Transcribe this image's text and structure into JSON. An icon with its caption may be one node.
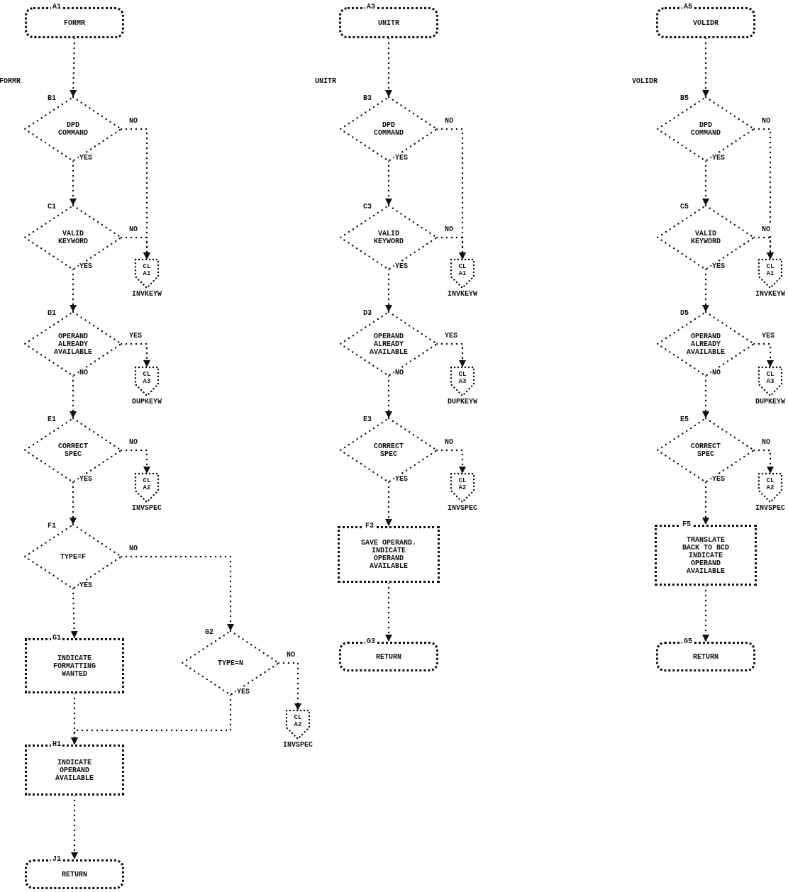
{
  "diagram": {
    "nodes": [
      {
        "text": [
          "A1",
          "FORMR"
        ]
      },
      {
        "text": [
          "B1",
          "DPD COMMAND"
        ],
        "beside": [
          "FORMR"
        ]
      },
      {
        "text": [
          "C1",
          "VALID KEYWORD"
        ]
      },
      {
        "text": [
          "CL",
          "A1"
        ],
        "beside": [
          "INVKEYW"
        ]
      },
      {
        "text": [
          "D1",
          "OPERAND ALREADY AVAILABLE"
        ]
      },
      {
        "text": [
          "CL",
          "A3"
        ],
        "beside": [
          "DUPKEYW"
        ]
      },
      {
        "text": [
          "E1",
          "CORRECT SPEC"
        ]
      },
      {
        "text": [
          "CL",
          "A2"
        ],
        "beside": [
          "INVSPEC"
        ]
      },
      {
        "text": [
          "F1",
          "TYPE=F"
        ]
      },
      {
        "text": [
          "G1",
          "INDICATE FORMATTING WANTED"
        ]
      },
      {
        "text": [
          "G2",
          "TYPE=N"
        ]
      },
      {
        "text": [
          "CL",
          "A2"
        ],
        "beside": [
          "INVSPEC"
        ]
      },
      {
        "text": [
          "H1",
          "INDICATE OPERAND AVAILABLE"
        ]
      },
      {
        "text": [
          "J1",
          "RETURN"
        ]
      },
      {
        "text": [
          "A3",
          "UNITR"
        ]
      },
      {
        "text": [
          "B3",
          "DPD COMMAND"
        ],
        "beside": [
          "UNITR"
        ]
      },
      {
        "text": [
          "C3",
          "VALID KEYWORD"
        ]
      },
      {
        "text": [
          "CL",
          "A1"
        ],
        "beside": [
          "INVKEYW"
        ]
      },
      {
        "text": [
          "D3",
          "OPERAND ALREADY AVAILABLE"
        ]
      },
      {
        "text": [
          "CL",
          "A3"
        ],
        "beside": [
          "DUPKEYW"
        ]
      },
      {
        "text": [
          "E3",
          "CORRECT SPEC"
        ]
      },
      {
        "text": [
          "CL",
          "A2"
        ],
        "beside": [
          "INVSPEC"
        ]
      },
      {
        "text": [
          "F3",
          "SAVE OPERAND. INDICATE OPERAND AVAILABLE"
        ]
      },
      {
        "text": [
          "G3",
          "RETURN"
        ]
      },
      {
        "text": [
          "A5",
          "VOLIDR"
        ]
      },
      {
        "text": [
          "B5",
          "DPD COMMAND"
        ],
        "beside": [
          "VOLIDR"
        ]
      },
      {
        "text": [
          "C5",
          "VALID KEYWORD"
        ]
      },
      {
        "text": [
          "CL",
          "A1"
        ],
        "beside": [
          "INVKEYW"
        ]
      },
      {
        "text": [
          "D5",
          "OPERAND ALREADY AVAILABLE"
        ]
      },
      {
        "text": [
          "CL",
          "A3"
        ],
        "beside": [
          "DUPKEYW"
        ]
      },
      {
        "text": [
          "E5",
          "CORRECT SPEC"
        ]
      },
      {
        "text": [
          "CL",
          "A2"
        ],
        "beside": [
          "INVSPEC"
        ]
      },
      {
        "text": [
          "F5",
          "TRANSLATE BACK TO BCD INDICATE OPERAND AVAILABLE"
        ]
      },
      {
        "text": [
          "G5",
          "RETURN"
        ]
      }
    ],
    "edges": [
      {
        "from": 0,
        "to": 1,
        "arrow": "to"
      },
      {
        "from": 1,
        "to": 2,
        "arrow": "to",
        "label": "YES"
      },
      {
        "from": 1,
        "to": 3,
        "arrow": "to",
        "label": "NO"
      },
      {
        "from": 2,
        "to": 3,
        "arrow": "to",
        "label": "NO"
      },
      {
        "from": 2,
        "to": 4,
        "arrow": "to",
        "label": "YES"
      },
      {
        "from": 4,
        "to": 5,
        "arrow": "to",
        "label": "YES"
      },
      {
        "from": 4,
        "to": 6,
        "arrow": "to",
        "label": "NO"
      },
      {
        "from": 6,
        "to": 7,
        "arrow": "to",
        "label": "NO"
      },
      {
        "from": 6,
        "to": 8,
        "arrow": "to",
        "label": "YES"
      },
      {
        "from": 8,
        "to": 9,
        "arrow": "to",
        "label": "YES"
      },
      {
        "from": 8,
        "to": 10,
        "arrow": "to",
        "label": "NO"
      },
      {
        "from": 10,
        "to": 11,
        "arrow": "to",
        "label": "NO"
      },
      {
        "from": 10,
        "to": 12,
        "arrow": "to",
        "label": "YES"
      },
      {
        "from": 9,
        "to": 12,
        "arrow": "to"
      },
      {
        "from": 12,
        "to": 13,
        "arrow": "to"
      },
      {
        "from": 14,
        "to": 15,
        "arrow": "to"
      },
      {
        "from": 15,
        "to": 16,
        "arrow": "to",
        "label": "YES"
      },
      {
        "from": 15,
        "to": 17,
        "arrow": "to",
        "label": "NO"
      },
      {
        "from": 16,
        "to": 17,
        "arrow": "to",
        "label": "NO"
      },
      {
        "from": 16,
        "to": 18,
        "arrow": "to",
        "label": "YES"
      },
      {
        "from": 18,
        "to": 19,
        "arrow": "to",
        "label": "YES"
      },
      {
        "from": 18,
        "to": 20,
        "arrow": "to",
        "label": "NO"
      },
      {
        "from": 20,
        "to": 21,
        "arrow": "to",
        "label": "NO"
      },
      {
        "from": 20,
        "to": 22,
        "arrow": "to",
        "label": "YES"
      },
      {
        "from": 22,
        "to": 23,
        "arrow": "to"
      },
      {
        "from": 24,
        "to": 25,
        "arrow": "to"
      },
      {
        "from": 25,
        "to": 26,
        "arrow": "to",
        "label": "YES"
      },
      {
        "from": 25,
        "to": 27,
        "arrow": "to",
        "label": "NO"
      },
      {
        "from": 26,
        "to": 27,
        "arrow": "to",
        "label": "NO"
      },
      {
        "from": 26,
        "to": 28,
        "arrow": "to",
        "label": "YES"
      },
      {
        "from": 28,
        "to": 29,
        "arrow": "to",
        "label": "YES"
      },
      {
        "from": 28,
        "to": 30,
        "arrow": "to",
        "label": "NO"
      },
      {
        "from": 30,
        "to": 31,
        "arrow": "to",
        "label": "NO"
      },
      {
        "from": 30,
        "to": 32,
        "arrow": "to",
        "label": "YES"
      },
      {
        "from": 32,
        "to": 33,
        "arrow": "to"
      }
    ]
  }
}
